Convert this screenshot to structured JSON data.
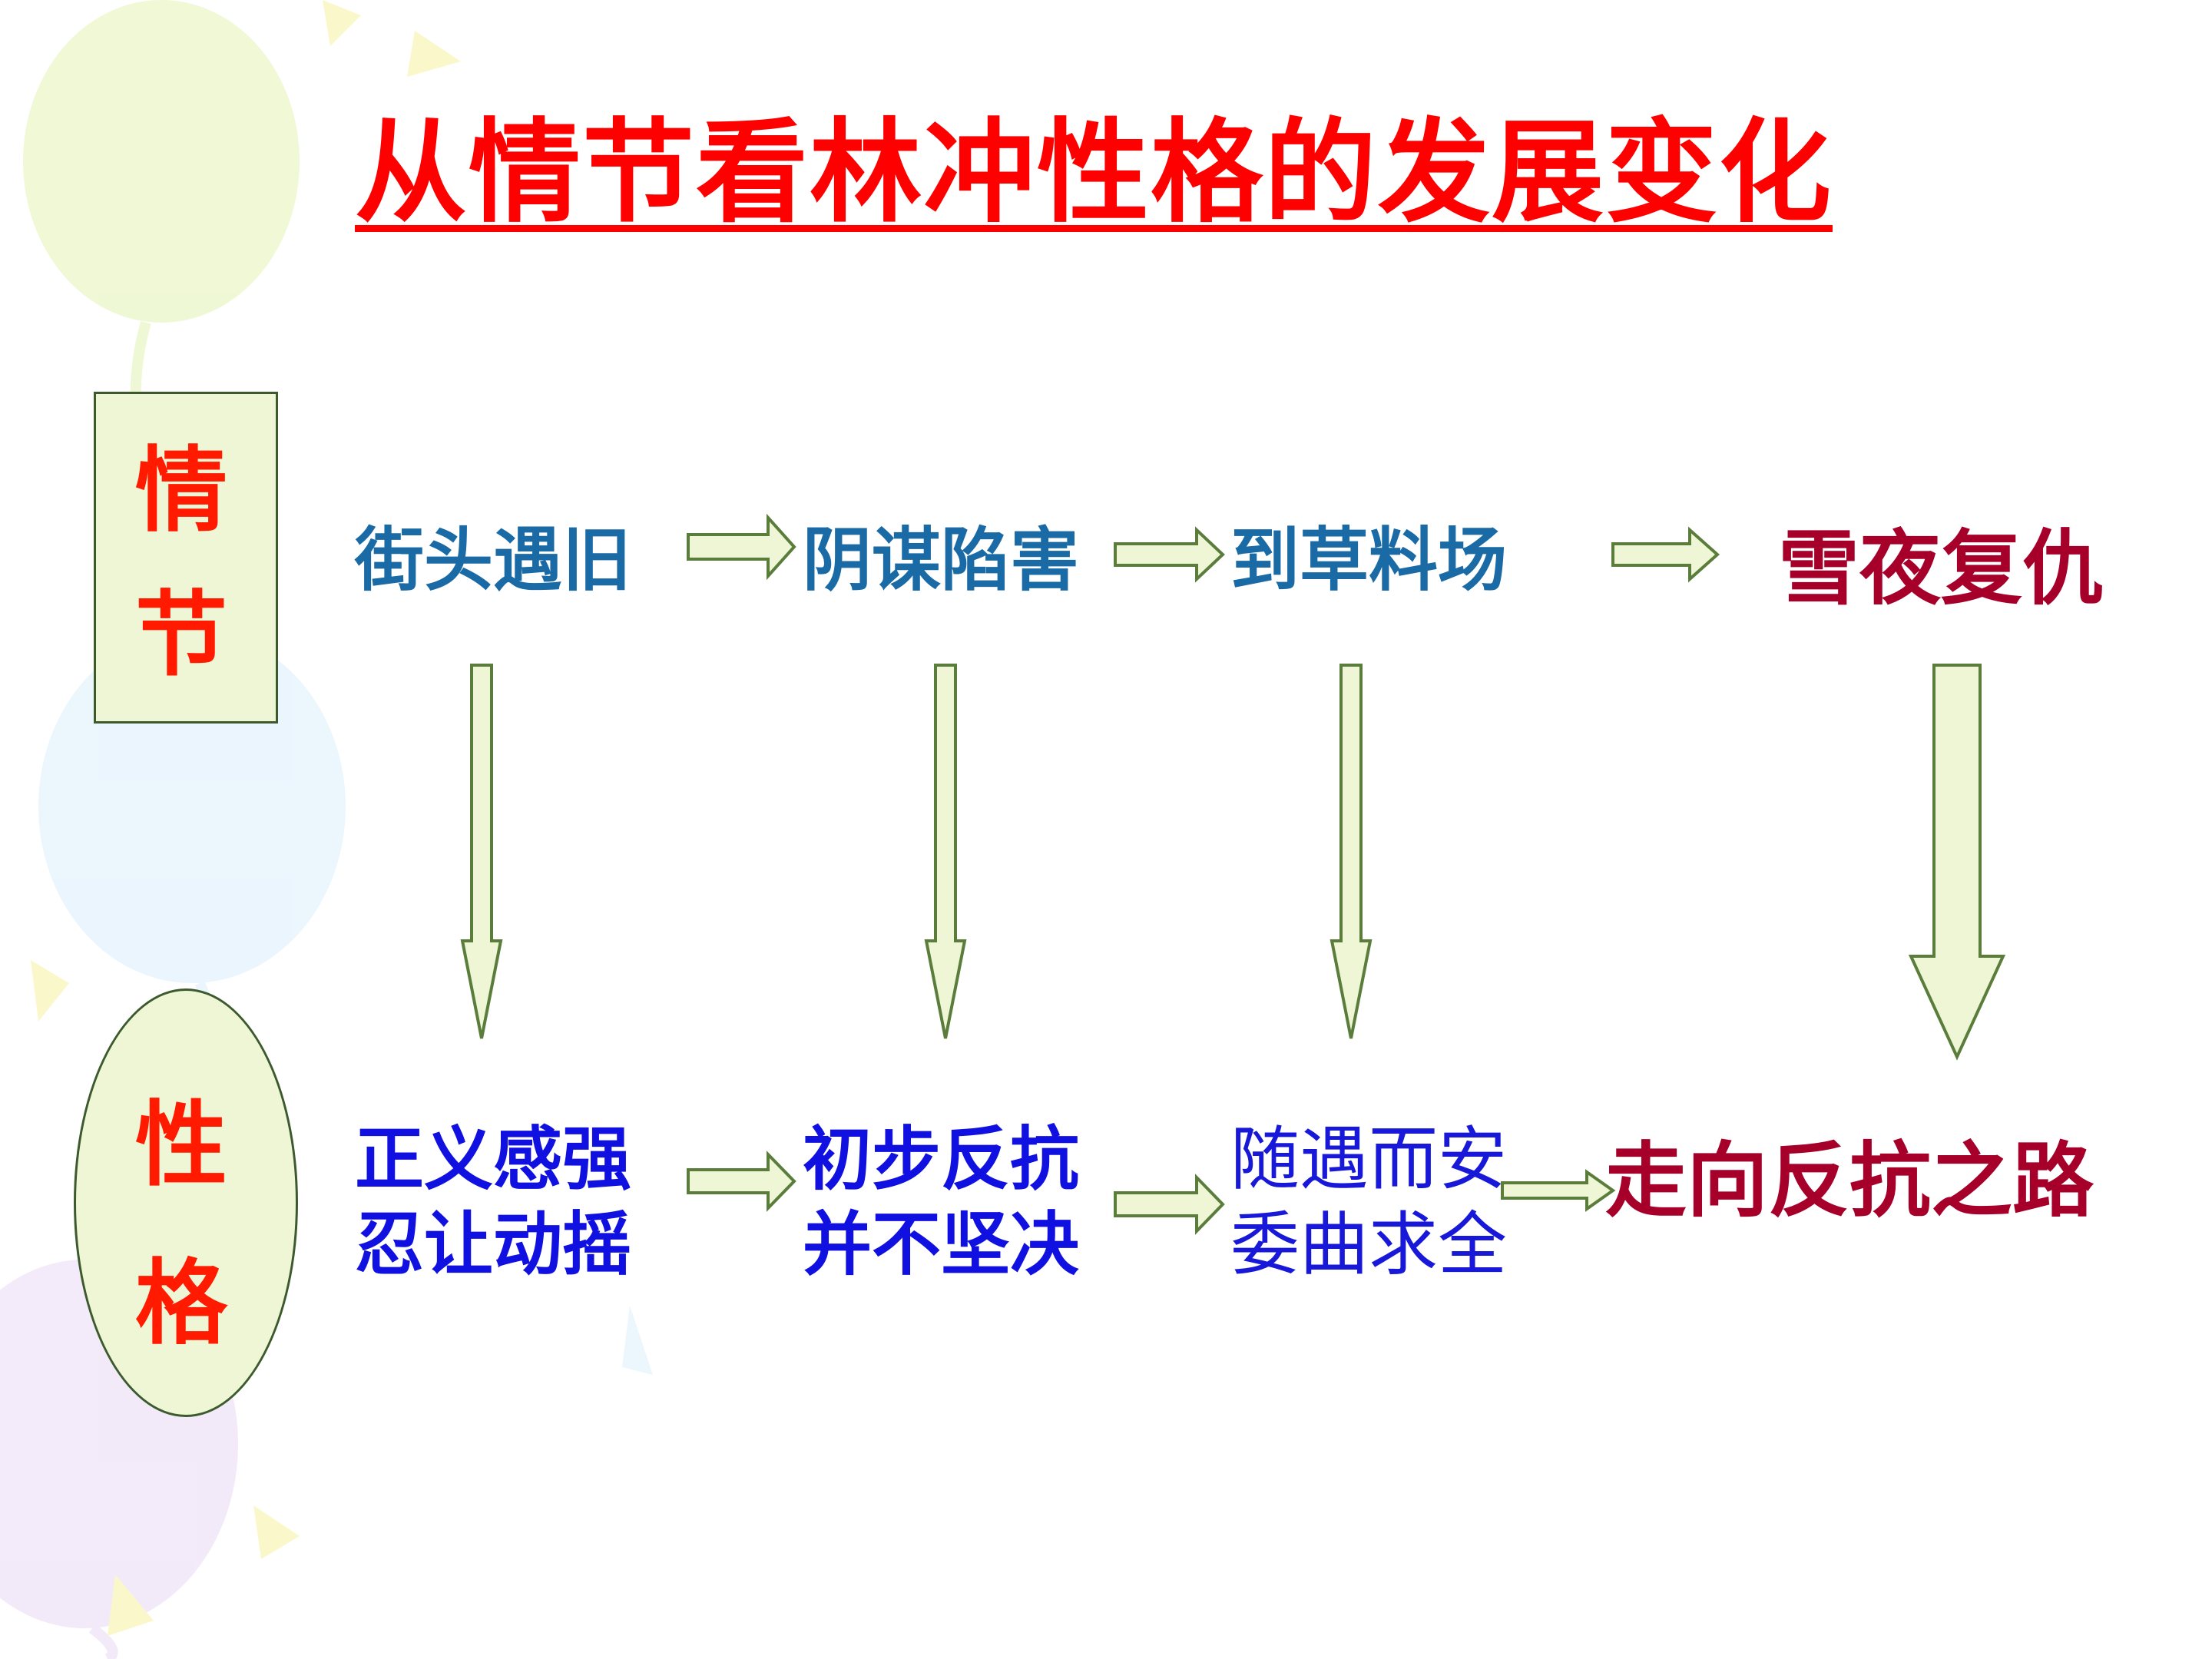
{
  "title": "从情节看林冲性格的发展变化",
  "plot_label": [
    "情",
    "节"
  ],
  "character_label": [
    "性",
    "格"
  ],
  "plot_stages": [
    "街头遇旧",
    "阴谋陷害",
    "到草料场"
  ],
  "plot_final": "雪夜复仇",
  "character_stages": [
    {
      "line1": "正义感强",
      "line2": "忍让动摇"
    },
    {
      "line1": "初步反抗",
      "line2": "并不坚决"
    },
    {
      "line1": "随遇而安",
      "line2": "委曲求全"
    }
  ],
  "character_final": "走向反抗之路",
  "colors": {
    "title": "#ff0000",
    "label": "#ff1a00",
    "plot_text": "#1a6aa6",
    "trait_text": "#1010e0",
    "final_text": "#a6002a",
    "arrow_fill": "#eef6d6",
    "arrow_stroke": "#5a7d3c"
  }
}
